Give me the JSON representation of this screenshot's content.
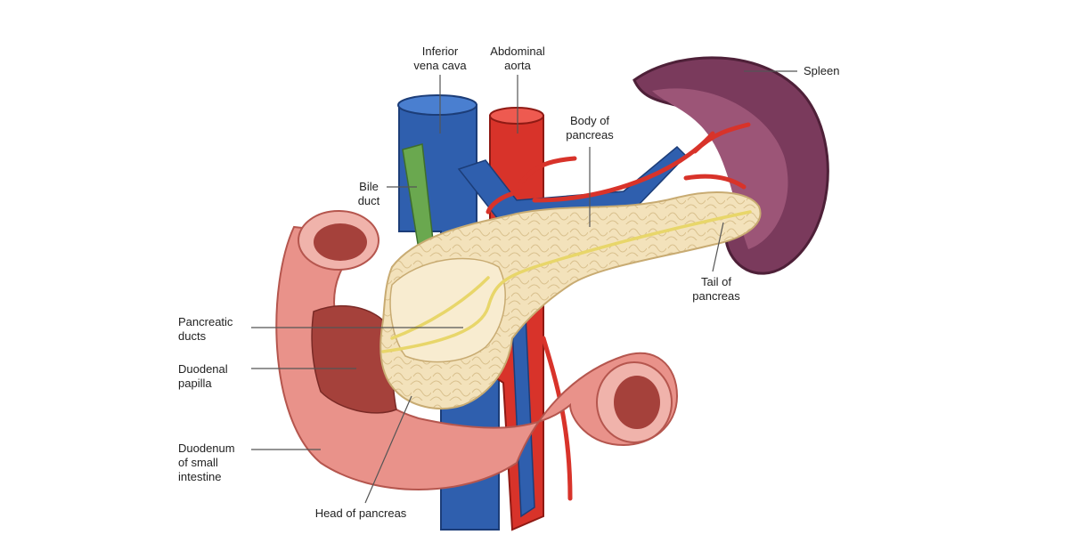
{
  "diagram": {
    "colors": {
      "vein": "#2f5fae",
      "artery": "#d8332a",
      "bile": "#6aa84f",
      "duct": "#e8d66a",
      "pancreas": "#f3e2bb",
      "duodenum": "#e9928a",
      "spleen": "#7a3a5c"
    },
    "labels": {
      "ivc": "Inferior\nvena cava",
      "aorta": "Abdominal\naorta",
      "body": "Body of\npancreas",
      "spleen": "Spleen",
      "bile": "Bile\nduct",
      "tail": "Tail of\npancreas",
      "ducts": "Pancreatic\nducts",
      "papilla": "Duodenal\npapilla",
      "duodenum": "Duodenum\nof small\nintestine",
      "head": "Head of pancreas"
    }
  }
}
